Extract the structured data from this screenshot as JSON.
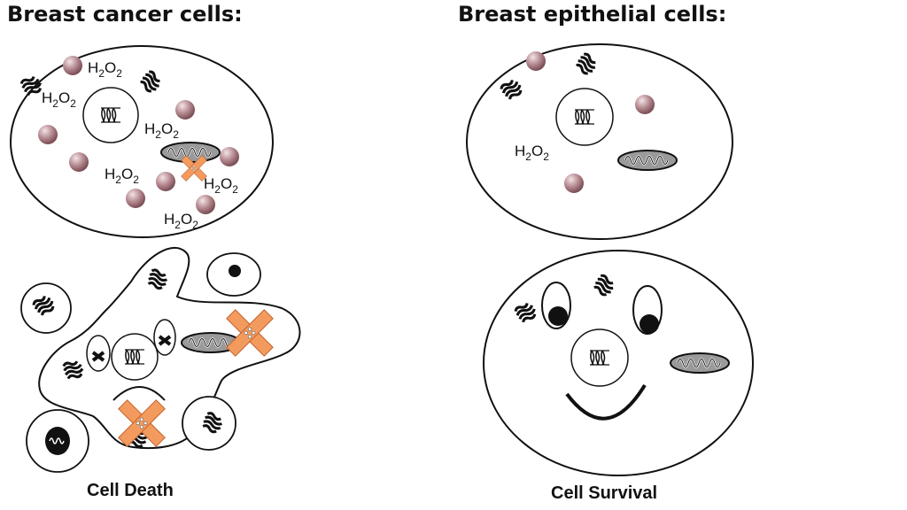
{
  "titles": {
    "left": "Breast cancer cells:",
    "right": "Breast epithelial cells:"
  },
  "captions": {
    "left": "Cell Death",
    "right": "Cell Survival"
  },
  "labels": {
    "h2o2": "H2O2"
  },
  "colors": {
    "ros_sphere": "#a9787e",
    "damage_mark": "#f39b5f",
    "mitochondria": "#9a9a9a",
    "outline": "#111111"
  },
  "icons": {
    "nucleus_glyph": "dna-chromosome-icon",
    "golgi": "golgi-icon",
    "mitochondrion": "mitochondrion-icon",
    "damage": "bandage-cross-icon"
  }
}
